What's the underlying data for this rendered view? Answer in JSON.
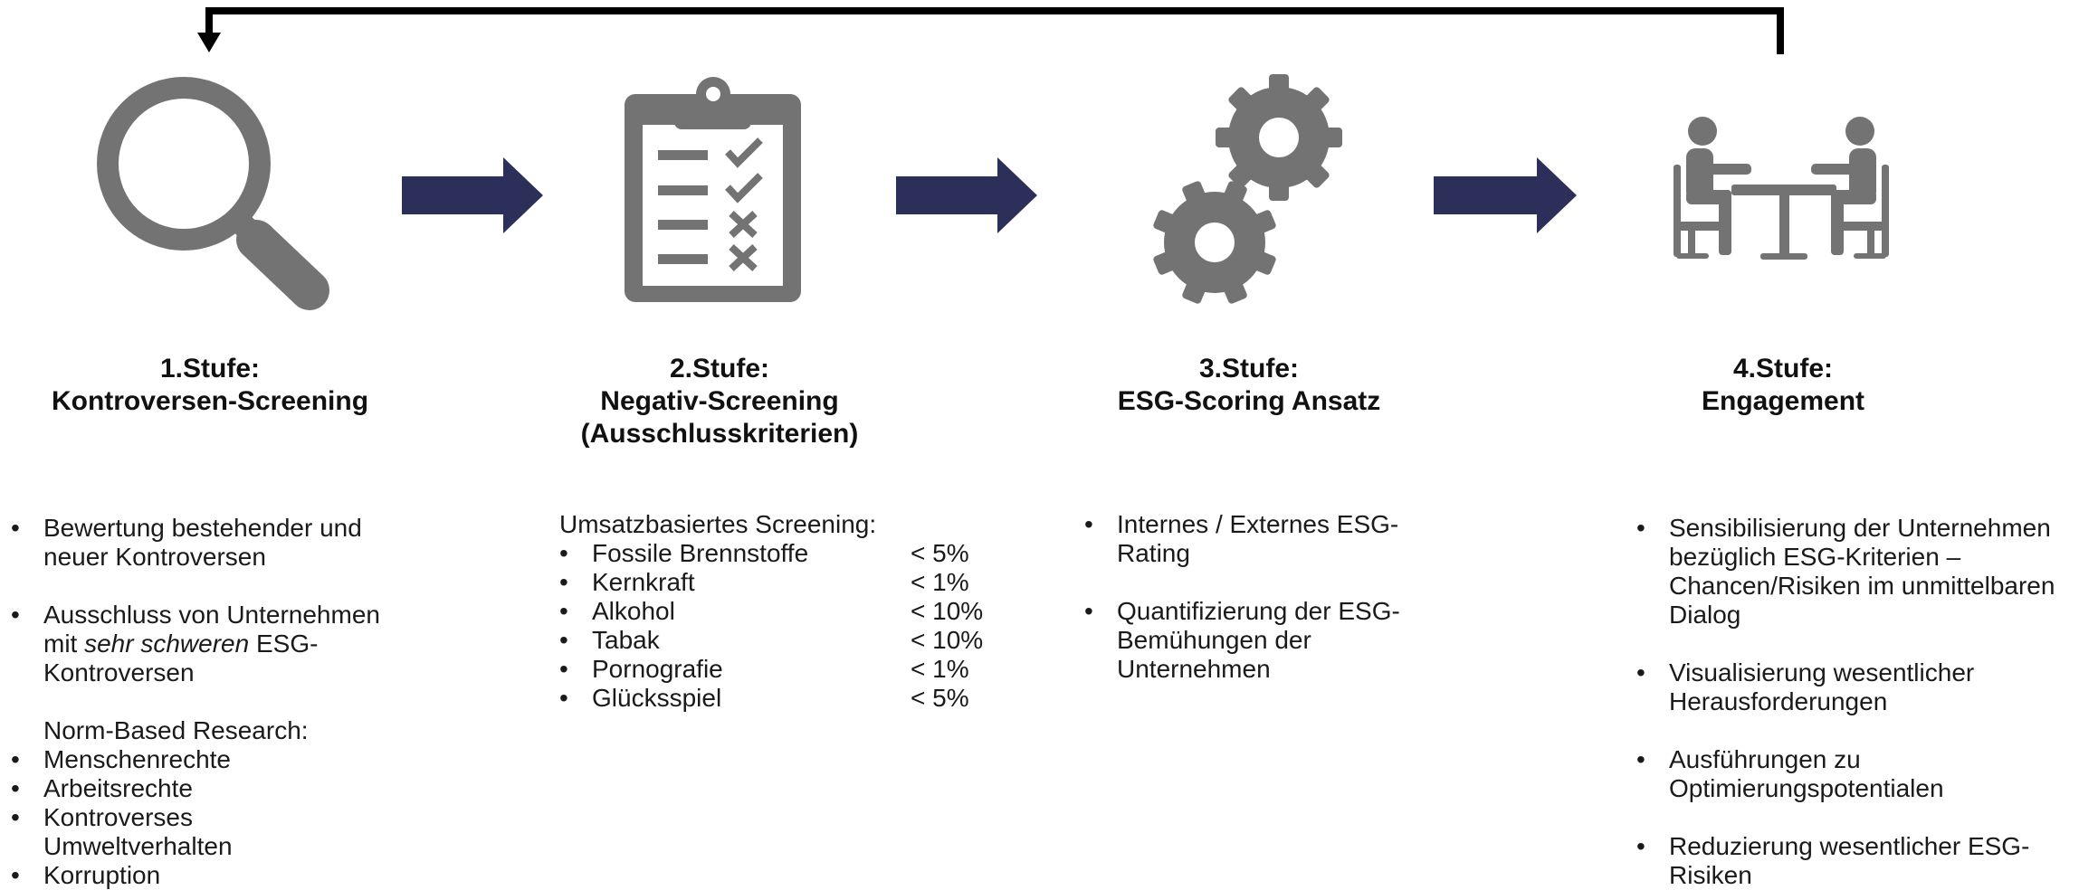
{
  "colors": {
    "icon": "#737373",
    "arrow": "#2c2f5a",
    "loop": "#000000"
  },
  "icons": [
    "magnifier-icon",
    "clipboard-checklist-icon",
    "gears-icon",
    "meeting-people-icon"
  ],
  "stages": [
    {
      "title_line1": "1.Stufe:",
      "title_line2": "Kontroversen-Screening",
      "bullets": [
        "Bewertung bestehender und neuer Kontroversen",
        {
          "pre": "Ausschluss von Unternehmen mit ",
          "em": "sehr schweren",
          "post": " ESG-Kontroversen"
        }
      ],
      "subheading": "Norm-Based Research:",
      "norm_items": [
        "Menschenrechte",
        "Arbeitsrechte",
        "Kontroverses Umweltverhalten",
        "Korruption"
      ]
    },
    {
      "title_line1": "2.Stufe:",
      "title_line2": "Negativ-Screening",
      "title_line3": "(Ausschlusskriterien)",
      "subheading": "Umsatzbasiertes Screening:",
      "criteria": [
        {
          "label": "Fossile Brennstoffe",
          "threshold": "< 5%"
        },
        {
          "label": "Kernkraft",
          "threshold": "< 1%"
        },
        {
          "label": "Alkohol",
          "threshold": "< 10%"
        },
        {
          "label": "Tabak",
          "threshold": "< 10%"
        },
        {
          "label": "Pornografie",
          "threshold": "< 1%"
        },
        {
          "label": "Glücksspiel",
          "threshold": "< 5%"
        }
      ]
    },
    {
      "title_line1": "3.Stufe:",
      "title_line2": "ESG-Scoring Ansatz",
      "bullets": [
        "Internes / Externes ESG-Rating",
        "Quantifizierung der ESG-Bemühungen der Unternehmen"
      ]
    },
    {
      "title_line1": "4.Stufe:",
      "title_line2": "Engagement",
      "bullets": [
        "Sensibilisierung der Unternehmen bezüglich ESG-Kriterien – Chancen/Risiken im unmittelbaren Dialog",
        "Visualisierung wesentlicher Herausforderungen",
        "Ausführungen zu Optimierungspotentialen",
        "Reduzierung wesentlicher ESG-Risiken"
      ]
    }
  ]
}
